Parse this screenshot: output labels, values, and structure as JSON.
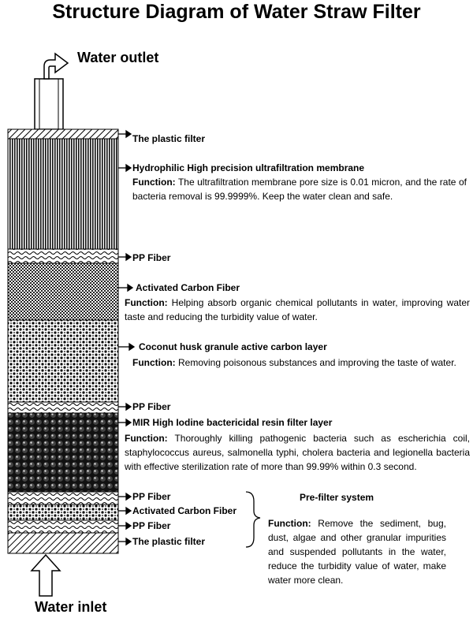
{
  "title": "Structure Diagram of Water Straw Filter",
  "outlet_label": "Water outlet",
  "inlet_label": "Water inlet",
  "layers": [
    {
      "label": "The plastic filter"
    },
    {
      "label": "Hydrophilic High precision   ultrafiltration membrane",
      "function_key": "Function:",
      "function_text": " The ultrafiltration membrane pore size is 0.01 micron, and the rate of bacteria removal is 99.9999%.   Keep the water clean and safe."
    },
    {
      "label": "PP Fiber"
    },
    {
      "label": "Activated Carbon Fiber",
      "function_key": "Function:",
      "function_text": " Helping absorb organic chemical pollutants in water, improving water taste and reducing the turbidity value of water."
    },
    {
      "label": "Coconut husk granule active carbon layer",
      "function_key": "Function:",
      "function_text": " Removing poisonous substances and improving the taste of water."
    },
    {
      "label": "PP Fiber"
    },
    {
      "label": "MIR High Iodine bactericidal resin filter layer",
      "function_key": "Function:",
      "function_text": " Thoroughly killing pathogenic bacteria such as escherichia coil, staphylococcus aureus, salmonella typhi, cholera bacteria and legionella bacteria with effective sterilization rate of more than 99.99% within 0.3 second."
    },
    {
      "label": "PP Fiber"
    },
    {
      "label": "Activated Carbon Fiber"
    },
    {
      "label": "PP Fiber"
    },
    {
      "label": "The plastic filter"
    }
  ],
  "prefilter": {
    "title": "Pre-filter system",
    "function_key": "Function:",
    "function_text": " Remove the sediment, bug, dust, algae and other granular impurities and suspended pollutants in the water, reduce the turbidity value of water, make water more clean."
  }
}
